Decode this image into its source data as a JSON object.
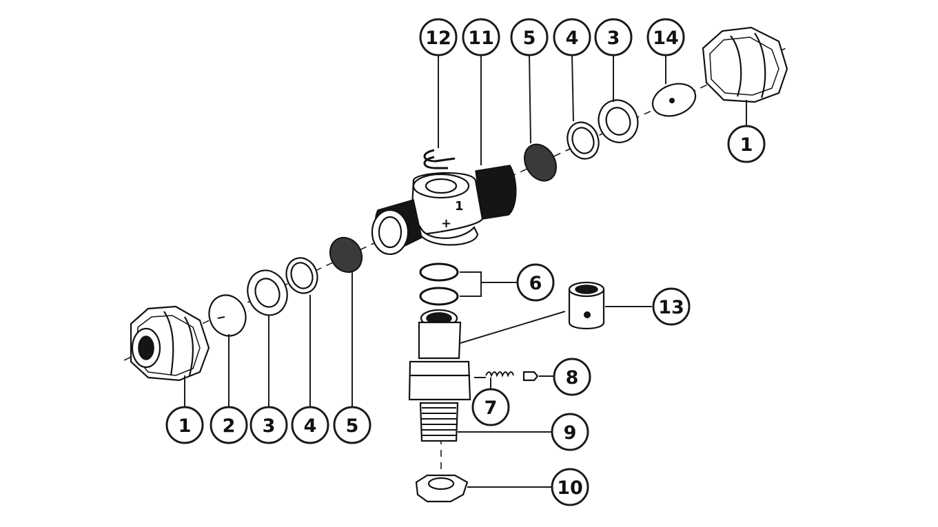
{
  "diagram": {
    "callouts": [
      {
        "id": "c-1a",
        "label": "1"
      },
      {
        "id": "c-2",
        "label": "2"
      },
      {
        "id": "c-3a",
        "label": "3"
      },
      {
        "id": "c-4a",
        "label": "4"
      },
      {
        "id": "c-5a",
        "label": "5"
      },
      {
        "id": "c-6",
        "label": "6"
      },
      {
        "id": "c-7",
        "label": "7"
      },
      {
        "id": "c-8",
        "label": "8"
      },
      {
        "id": "c-9",
        "label": "9"
      },
      {
        "id": "c-10",
        "label": "10"
      },
      {
        "id": "c-13",
        "label": "13"
      },
      {
        "id": "c-12",
        "label": "12"
      },
      {
        "id": "c-11",
        "label": "11"
      },
      {
        "id": "c-5b",
        "label": "5"
      },
      {
        "id": "c-4b",
        "label": "4"
      },
      {
        "id": "c-3b",
        "label": "3"
      },
      {
        "id": "c-14",
        "label": "14"
      },
      {
        "id": "c-1b",
        "label": "1"
      }
    ],
    "body_marks": {
      "mark_a": "1",
      "mark_b": "+"
    },
    "colors": {
      "ink": "#111111",
      "background": "#ffffff"
    }
  }
}
